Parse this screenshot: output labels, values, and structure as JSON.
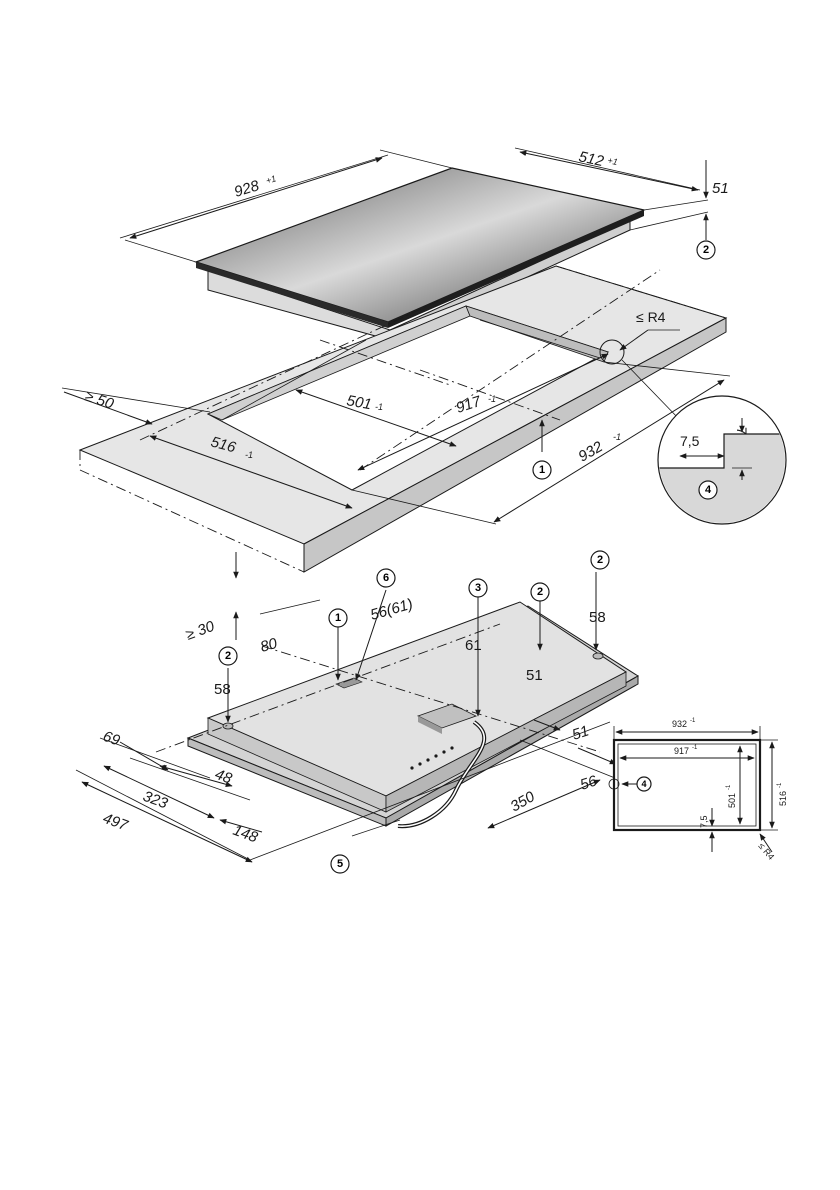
{
  "callouts": {
    "c1": "1",
    "c2": "2",
    "c3": "3",
    "c4": "4",
    "c5": "5",
    "c6": "6"
  },
  "hob": {
    "width": "928",
    "width_tol": "+1",
    "depth": "512",
    "depth_tol": "+1",
    "height": "51"
  },
  "cutout": {
    "radius": "≤ R4",
    "inner_depth": "501",
    "inner_depth_tol": "-1",
    "inner_width": "917",
    "inner_width_tol": "-1",
    "outer_width": "932",
    "outer_width_tol": "-1",
    "outer_depth": "516",
    "outer_depth_tol": "-1",
    "front_min": "≥ 50",
    "clearance_min": "≥ 30"
  },
  "detail": {
    "step_w": "7,5",
    "step_h": "7"
  },
  "underside": {
    "d80": "80",
    "d56_61": "56(61)",
    "d58_left": "58",
    "d58_right": "58",
    "d61": "61",
    "d51_top": "51",
    "d51_right": "51",
    "d56_right": "56",
    "d350": "350",
    "d69": "69",
    "d48": "48",
    "d323": "323",
    "d497": "497",
    "d148": "148"
  },
  "plan": {
    "outer_w": "932",
    "outer_w_tol": "-1",
    "inner_w": "917",
    "inner_w_tol": "-1",
    "inner_h": "501",
    "inner_h_tol": "-1",
    "outer_h": "516",
    "outer_h_tol": "-1",
    "step": "7,5",
    "radius": "≤ R4"
  }
}
